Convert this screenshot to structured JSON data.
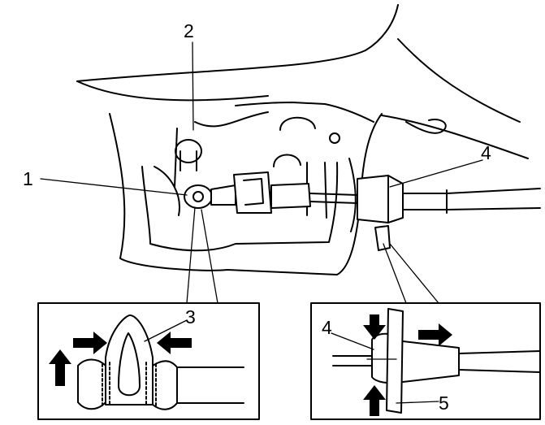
{
  "diagram": {
    "callouts": {
      "c1": "1",
      "c2": "2",
      "c3": "3",
      "c4_main": "4",
      "c4_inset": "4",
      "c5": "5"
    }
  }
}
